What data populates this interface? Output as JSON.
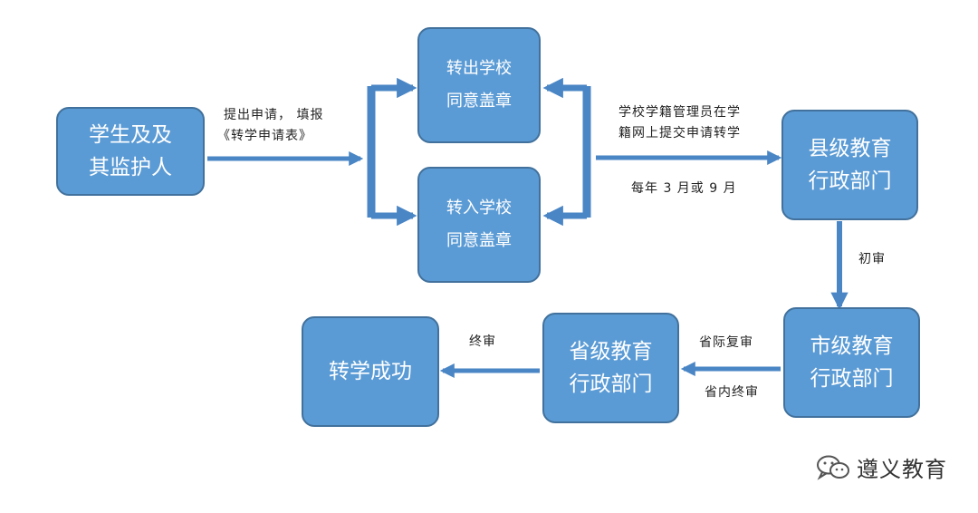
{
  "boxes": {
    "student": [
      "学生及及",
      "其监护人"
    ],
    "transfer_out": [
      "转出学校",
      "同意盖章"
    ],
    "transfer_in": [
      "转入学校",
      "同意盖章"
    ],
    "county": [
      "县级教育",
      "行政部门"
    ],
    "city": [
      "市级教育",
      "行政部门"
    ],
    "province": [
      "省级教育",
      "行政部门"
    ],
    "success": [
      "转学成功"
    ]
  },
  "labels": {
    "apply_1": "提出申请，  填报",
    "apply_2": "《转学申请表》",
    "submit_1": "学校学籍管理员在学",
    "submit_2": "籍网上提交申请转学",
    "timing": "每年 3 月或 9 月",
    "initial_review": "初审",
    "inter_provincial_review": "省际复审",
    "intra_provincial_final": "省内终审",
    "final_review": "终审"
  },
  "watermark": "遵义教育",
  "colors": {
    "box_fill": "#5b9bd5",
    "box_border": "#41719c",
    "arrow": "#4a86c5"
  }
}
